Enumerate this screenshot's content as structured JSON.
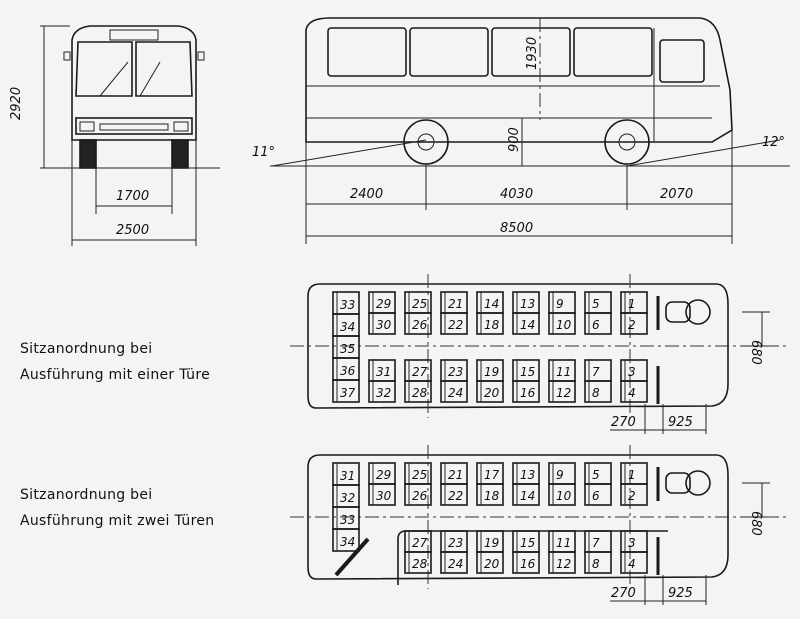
{
  "front_view": {
    "height_label": "2920",
    "track_label": "1700",
    "width_label": "2500"
  },
  "side_view": {
    "interior_height_label": "1930",
    "floor_height_label": "900",
    "approach_angle_label": "11°",
    "departure_angle_label": "12°",
    "rear_overhang_label": "2400",
    "wheelbase_label": "4030",
    "front_overhang_label": "2070",
    "length_label": "8500"
  },
  "layouts": [
    {
      "caption_line1": "Sitzanordnung bei",
      "caption_line2": "Ausführung mit einer Türe",
      "rear_column": [
        "33",
        "34",
        "35",
        "36",
        "37"
      ],
      "top_pairs": [
        [
          "29",
          "30"
        ],
        [
          "25",
          "26"
        ],
        [
          "21",
          "22"
        ],
        [
          "14",
          "18"
        ],
        [
          "13",
          "14"
        ],
        [
          "9",
          "10"
        ],
        [
          "5",
          "6"
        ],
        [
          "1",
          "2"
        ]
      ],
      "bottom_start_col": 1,
      "bottom_pairs": [
        [
          "31",
          "32"
        ],
        [
          "27",
          "28"
        ],
        [
          "23",
          "24"
        ],
        [
          "19",
          "20"
        ],
        [
          "15",
          "16"
        ],
        [
          "11",
          "12"
        ],
        [
          "7",
          "8"
        ],
        [
          "3",
          "4"
        ]
      ],
      "dim_width": "680",
      "dim_a": "270",
      "dim_b": "925"
    },
    {
      "caption_line1": "Sitzanordnung bei",
      "caption_line2": "Ausführung mit zwei Türen",
      "rear_column": [
        "31",
        "32",
        "33",
        "34"
      ],
      "top_pairs": [
        [
          "29",
          "30"
        ],
        [
          "25",
          "26"
        ],
        [
          "21",
          "22"
        ],
        [
          "17",
          "18"
        ],
        [
          "13",
          "14"
        ],
        [
          "9",
          "10"
        ],
        [
          "5",
          "6"
        ],
        [
          "1",
          "2"
        ]
      ],
      "bottom_start_col": 2,
      "bottom_pairs": [
        [
          "27",
          "28"
        ],
        [
          "23",
          "24"
        ],
        [
          "19",
          "20"
        ],
        [
          "15",
          "16"
        ],
        [
          "11",
          "12"
        ],
        [
          "7",
          "8"
        ],
        [
          "3",
          "4"
        ]
      ],
      "dim_width": "680",
      "dim_a": "270",
      "dim_b": "925"
    }
  ]
}
